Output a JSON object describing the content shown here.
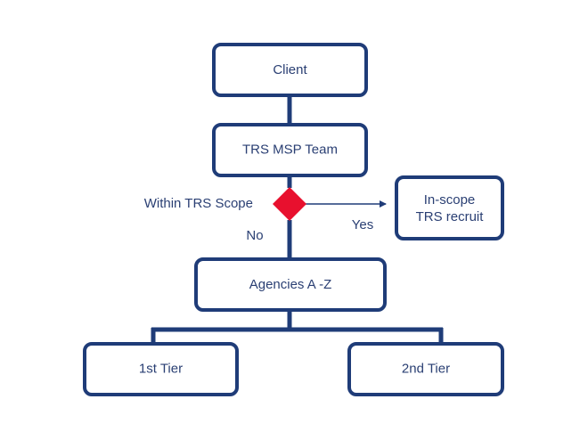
{
  "nodes": {
    "client": "Client",
    "trs_msp_team": "TRS MSP Team",
    "in_scope_line1": "In-scope",
    "in_scope_line2": "TRS recruit",
    "agencies": "Agencies A -Z",
    "tier1": "1st Tier",
    "tier2": "2nd Tier"
  },
  "decision": {
    "label": "Within TRS Scope",
    "yes_label": "Yes",
    "no_label": "No"
  },
  "colors": {
    "box_border": "#1f3c78",
    "text": "#2a3f73",
    "decision_fill": "#e8102e"
  }
}
